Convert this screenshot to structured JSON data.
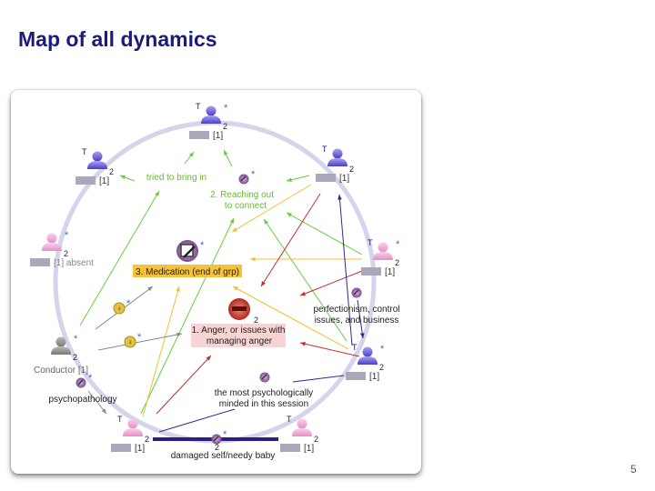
{
  "slide": {
    "title": "Map of all dynamics",
    "page_number": "5"
  },
  "colors": {
    "title": "#1b1b7a",
    "green": "#66cc44",
    "yellow": "#f0c030",
    "red": "#c03030",
    "navy": "#2a2a90",
    "gray": "#888888",
    "circle": "#d4d4ea"
  },
  "people": [
    {
      "color": "blue",
      "t": "T",
      "star": "*",
      "count": "2",
      "label": "[1]"
    },
    {
      "color": "blue",
      "t": "T",
      "star": "",
      "count": "2",
      "label": "[1]"
    },
    {
      "color": "blue",
      "t": "T",
      "star": "",
      "count": "2",
      "label": "[1]"
    },
    {
      "color": "pink",
      "t": "",
      "star": "*",
      "count": "2",
      "label": "[1] absent"
    },
    {
      "color": "pink",
      "t": "T",
      "star": "*",
      "count": "2",
      "label": "[1]"
    },
    {
      "color": "gray",
      "t": "",
      "star": "*",
      "count": "2",
      "label": "Conductor [1]"
    },
    {
      "color": "blue",
      "t": "T",
      "star": "*",
      "count": "2",
      "label": "[1]"
    },
    {
      "color": "pink",
      "t": "T",
      "star": "",
      "count": "2",
      "label": "[1]"
    },
    {
      "color": "pink",
      "t": "T",
      "star": "",
      "count": "2",
      "label": "[1]"
    }
  ],
  "themes": {
    "tried": "tried to bring in",
    "reaching_1": "2. Reaching out",
    "reaching_2": "to connect",
    "medication": "3. Medication (end of grp)",
    "anger_1": "1. Anger, or issues with",
    "anger_2": "managing anger",
    "anger_count": "2",
    "perfection_1": "perfectionism, control",
    "perfection_2": "issues, and business",
    "psych_1": "the most psychologically",
    "psych_2": "minded in this session",
    "psychopathology": "psychopathology",
    "damaged": "damaged self/needy baby",
    "damaged_count": "2",
    "star": "*"
  }
}
